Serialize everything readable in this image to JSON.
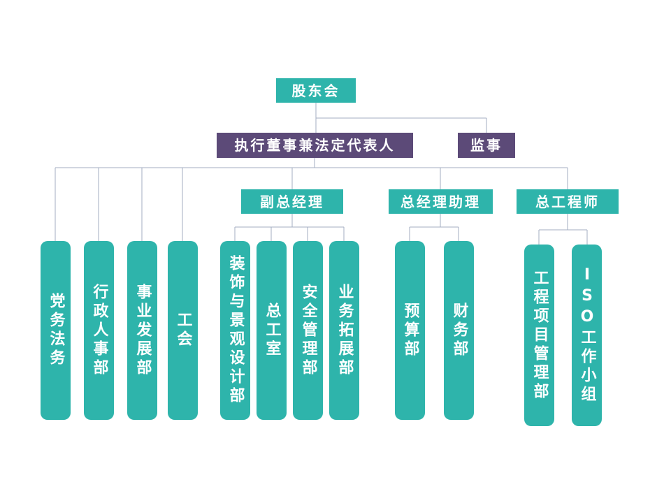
{
  "page": {
    "background": "#ffffff"
  },
  "org_chart": {
    "colors": {
      "teal": "#2eb4ab",
      "purple": "#5c4a78",
      "line": "#a3aec2",
      "text": "#ffffff"
    },
    "nodes": {
      "shareholders_meeting": {
        "label": "股东会",
        "color": "teal"
      },
      "executive_director": {
        "label": "执行董事兼法定代表人",
        "color": "purple"
      },
      "supervisor": {
        "label": "监事",
        "color": "purple"
      },
      "deputy_general_manager": {
        "label": "副总经理",
        "color": "teal"
      },
      "general_manager_assistant": {
        "label": "总经理助理",
        "color": "teal"
      },
      "chief_engineer": {
        "label": "总工程师",
        "color": "teal"
      },
      "party_legal_affairs": {
        "label": "党务法务",
        "color": "teal"
      },
      "admin_hr_dept": {
        "label": "行政人事部",
        "color": "teal"
      },
      "business_development_dept": {
        "label": "事业发展部",
        "color": "teal"
      },
      "labor_union": {
        "label": "工会",
        "color": "teal"
      },
      "decoration_landscape_design_dept": {
        "label": "装饰与景观设计部",
        "color": "teal"
      },
      "chief_engineer_office": {
        "label": "总工室",
        "color": "teal"
      },
      "safety_management_dept": {
        "label": "安全管理部",
        "color": "teal"
      },
      "business_expansion_dept": {
        "label": "业务拓展部",
        "color": "teal"
      },
      "budget_dept": {
        "label": "预算部",
        "color": "teal"
      },
      "finance_dept": {
        "label": "财务部",
        "color": "teal"
      },
      "engineering_project_management_dept": {
        "label": "工程项目管理部",
        "color": "teal"
      },
      "iso_working_group": {
        "label": "ISO工作小组",
        "color": "teal"
      }
    },
    "hierarchy": {
      "shareholders_meeting": [
        "executive_director",
        "supervisor"
      ],
      "executive_director": [
        "party_legal_affairs",
        "admin_hr_dept",
        "business_development_dept",
        "labor_union",
        "deputy_general_manager",
        "general_manager_assistant",
        "chief_engineer"
      ],
      "deputy_general_manager": [
        "decoration_landscape_design_dept",
        "chief_engineer_office",
        "safety_management_dept",
        "business_expansion_dept"
      ],
      "general_manager_assistant": [
        "budget_dept",
        "finance_dept"
      ],
      "chief_engineer": [
        "engineering_project_management_dept",
        "iso_working_group"
      ]
    }
  }
}
